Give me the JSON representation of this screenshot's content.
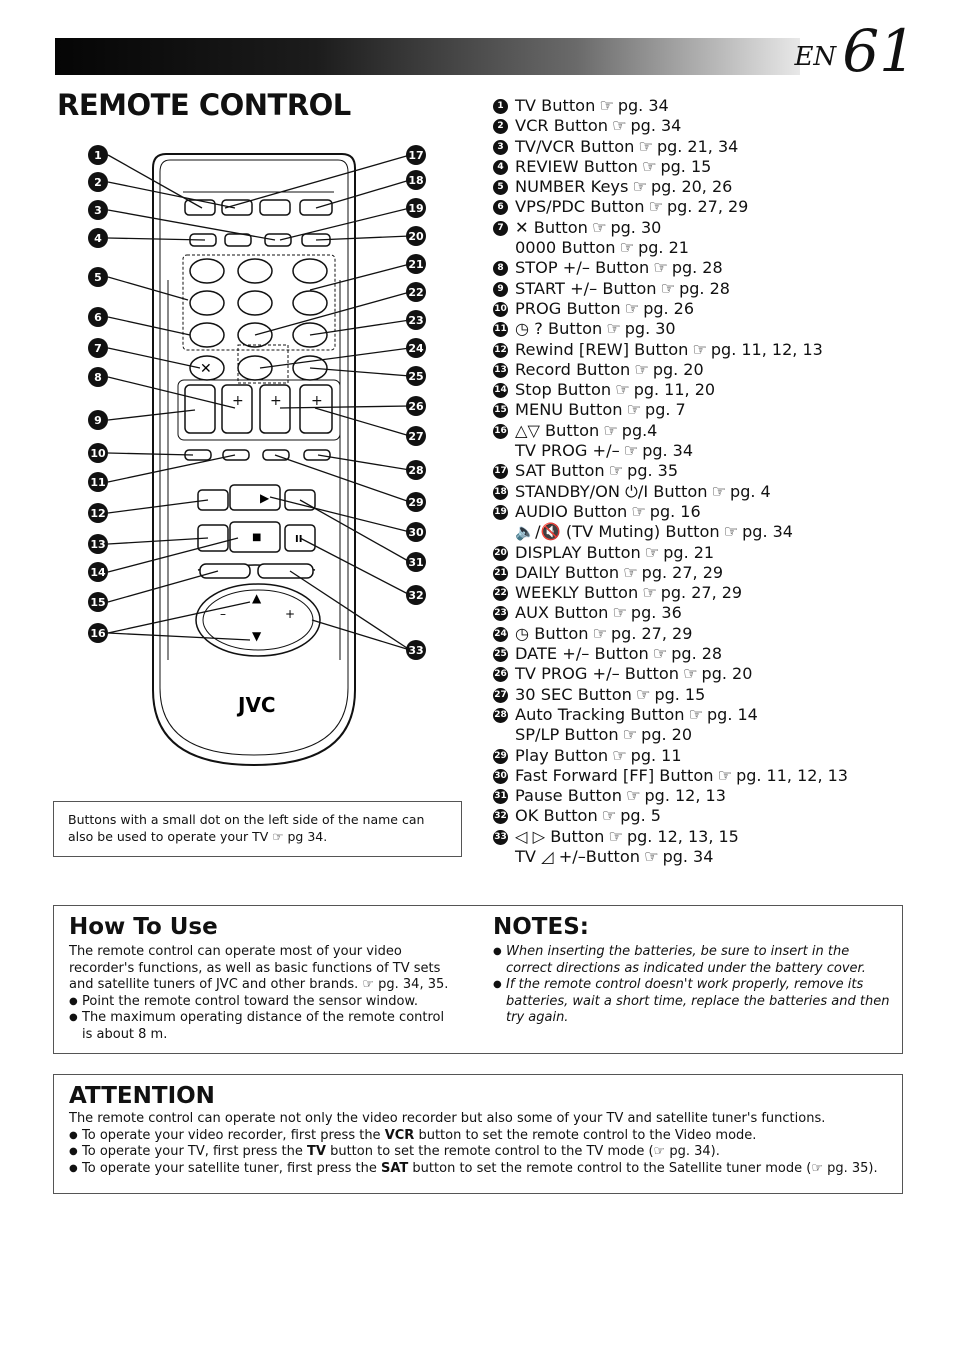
{
  "header": {
    "lang": "EN",
    "page": "61"
  },
  "section_title": "REMOTE CONTROL",
  "remote": {
    "brand": "JVC"
  },
  "callouts_left": [
    "1",
    "2",
    "3",
    "4",
    "5",
    "6",
    "7",
    "8",
    "9",
    "10",
    "11",
    "12",
    "13",
    "14",
    "15",
    "16"
  ],
  "callouts_right": [
    "17",
    "18",
    "19",
    "20",
    "21",
    "22",
    "23",
    "24",
    "25",
    "26",
    "27",
    "28",
    "29",
    "30",
    "31",
    "32",
    "33"
  ],
  "legend": [
    {
      "num": "1",
      "text": "TV Button",
      "ref": "pg. 34"
    },
    {
      "num": "2",
      "text": "VCR Button",
      "ref": "pg. 34"
    },
    {
      "num": "3",
      "text": "TV/VCR Button",
      "ref": "pg. 21, 34"
    },
    {
      "num": "4",
      "text": "REVIEW Button",
      "ref": "pg. 15"
    },
    {
      "num": "5",
      "text": "NUMBER Keys",
      "ref": "pg. 20, 26"
    },
    {
      "num": "6",
      "text": "VPS/PDC Button",
      "ref": "pg. 27, 29"
    },
    {
      "num": "7",
      "text": "✕ Button",
      "ref": "pg. 30"
    },
    {
      "num": "",
      "text": "0000 Button",
      "ref": "pg. 21"
    },
    {
      "num": "8",
      "text": "STOP +/– Button",
      "ref": "pg. 28"
    },
    {
      "num": "9",
      "text": "START +/– Button",
      "ref": "pg. 28"
    },
    {
      "num": "10",
      "text": "PROG Button",
      "ref": "pg. 26"
    },
    {
      "num": "11",
      "text": "◷ ? Button",
      "ref": "pg. 30"
    },
    {
      "num": "12",
      "text": "Rewind [REW] Button",
      "ref": "pg. 11, 12, 13"
    },
    {
      "num": "13",
      "text": "Record Button",
      "ref": "pg. 20"
    },
    {
      "num": "14",
      "text": "Stop Button",
      "ref": "pg. 11, 20"
    },
    {
      "num": "15",
      "text": "MENU Button",
      "ref": "pg. 7"
    },
    {
      "num": "16",
      "text": "△▽ Button",
      "ref": "pg.4"
    },
    {
      "num": "",
      "text": "TV PROG +/–",
      "ref": "pg. 34"
    },
    {
      "num": "17",
      "text": "SAT Button",
      "ref": "pg. 35"
    },
    {
      "num": "18",
      "text": "STANDBY/ON ⏻/I Button",
      "ref": "pg. 4"
    },
    {
      "num": "19",
      "text": "AUDIO Button",
      "ref": "pg. 16"
    },
    {
      "num": "",
      "text": "🔈/🔇 (TV Muting) Button",
      "ref": "pg. 34"
    },
    {
      "num": "20",
      "text": "DISPLAY Button",
      "ref": "pg. 21"
    },
    {
      "num": "21",
      "text": "DAILY Button",
      "ref": "pg. 27, 29"
    },
    {
      "num": "22",
      "text": "WEEKLY Button",
      "ref": "pg. 27, 29"
    },
    {
      "num": "23",
      "text": "AUX Button",
      "ref": "pg. 36"
    },
    {
      "num": "24",
      "text": "◷ Button",
      "ref": "pg. 27, 29"
    },
    {
      "num": "25",
      "text": "DATE +/– Button",
      "ref": "pg. 28"
    },
    {
      "num": "26",
      "text": "TV PROG +/– Button",
      "ref": "pg. 20"
    },
    {
      "num": "27",
      "text": "30 SEC Button",
      "ref": "pg. 15"
    },
    {
      "num": "28",
      "text": "Auto Tracking Button",
      "ref": "pg. 14"
    },
    {
      "num": "",
      "text": "SP/LP Button",
      "ref": "pg. 20"
    },
    {
      "num": "29",
      "text": "Play Button",
      "ref": "pg. 11"
    },
    {
      "num": "30",
      "text": "Fast Forward [FF] Button",
      "ref": "pg. 11, 12, 13"
    },
    {
      "num": "31",
      "text": "Pause Button",
      "ref": "pg. 12, 13"
    },
    {
      "num": "32",
      "text": "OK Button",
      "ref": "pg. 5"
    },
    {
      "num": "33",
      "text": "◁ ▷ Button",
      "ref": "pg. 12, 13, 15"
    },
    {
      "num": "",
      "text": "TV ◿ +/–Button",
      "ref": "pg. 34"
    }
  ],
  "ref_symbol": "☞",
  "small_note": "Buttons with a small dot on the left side of the name can also be used to operate your TV ☞ pg 34.",
  "how_to_use": {
    "title": "How To Use",
    "intro": "The remote control can operate most of your video recorder's functions, as well as basic functions of TV sets and satellite tuners of JVC and other brands. ☞ pg. 34, 35.",
    "bullets": [
      "Point the remote control toward the sensor window.",
      "The maximum operating distance of the remote control is about 8 m."
    ]
  },
  "notes": {
    "title": "NOTES:",
    "bullets": [
      "When inserting the batteries, be sure to insert in the correct directions as indicated under the battery cover.",
      "If the remote control doesn't work properly, remove its batteries, wait a short time, replace the batteries and then try again."
    ]
  },
  "attention": {
    "title": "ATTENTION",
    "intro": "The remote control can operate not only the video recorder but also some of your TV and satellite tuner's functions.",
    "bullets": [
      {
        "pre": "To operate your video recorder, first press the ",
        "key": "VCR",
        "post": " button to set the remote control to the Video mode."
      },
      {
        "pre": "To operate your TV, first press the ",
        "key": "TV",
        "post": " button to set the remote control to the TV mode (☞ pg. 34)."
      },
      {
        "pre": "To operate your satellite tuner, first press the ",
        "key": "SAT",
        "post": " button to set the remote control to the Satellite tuner mode (☞ pg. 35)."
      }
    ]
  }
}
